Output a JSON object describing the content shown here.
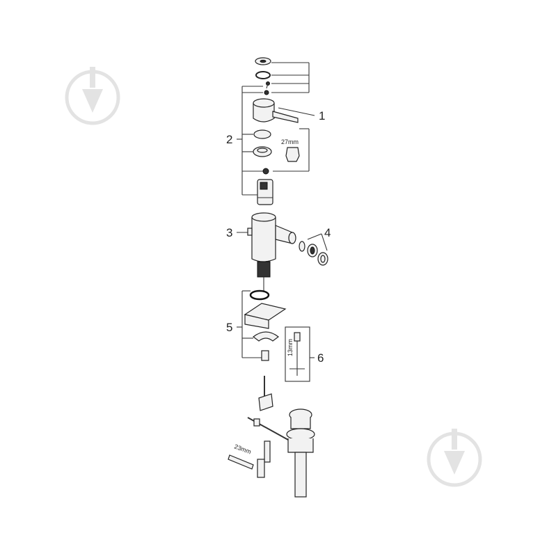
{
  "diagram": {
    "callouts": [
      "1",
      "2",
      "3",
      "4",
      "5",
      "6"
    ],
    "dimensions": {
      "hex_27": "27mm",
      "key_13": "13mm",
      "wrench_23": "23mm"
    },
    "colors": {
      "line": "#333333",
      "part_fill": "#f2f2f2",
      "watermark": "#e3e3e3"
    },
    "watermark_icon": "shield-arrow-icon"
  }
}
